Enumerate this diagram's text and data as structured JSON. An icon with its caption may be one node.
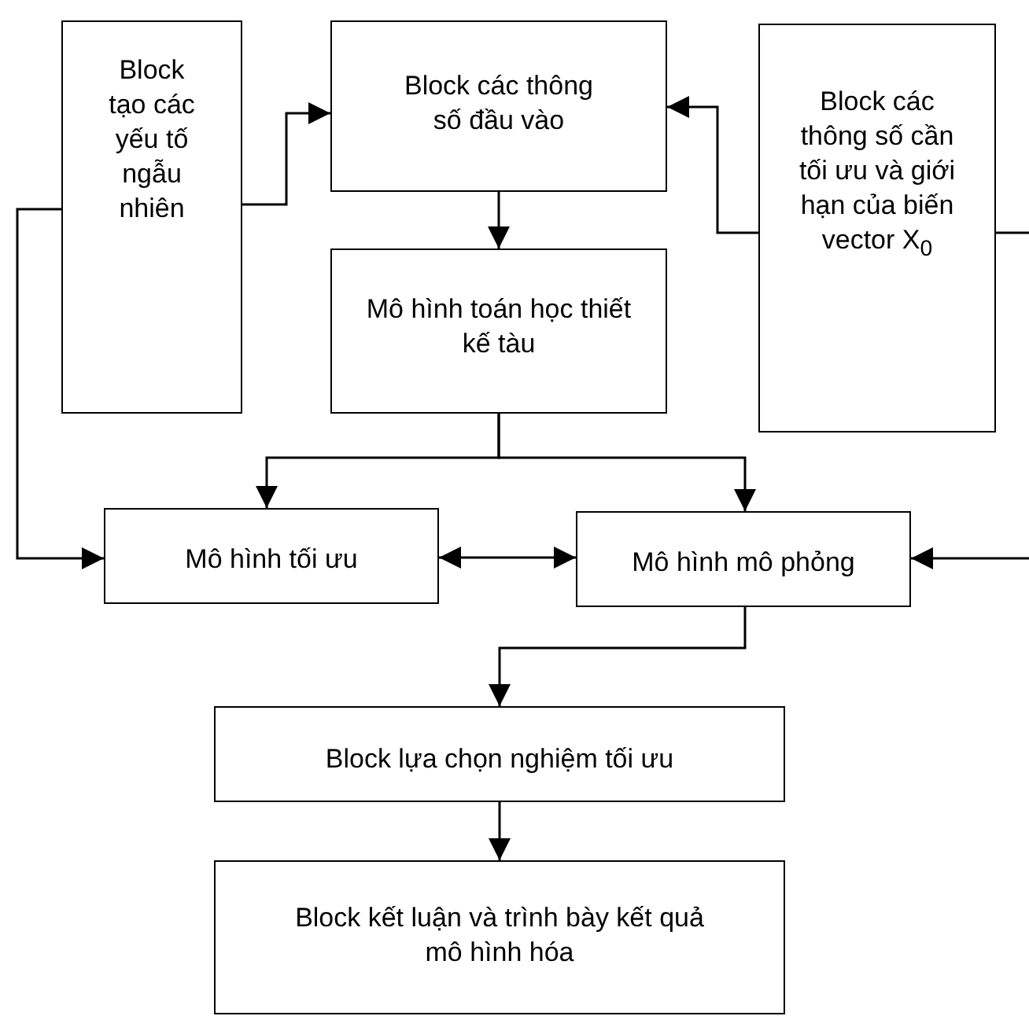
{
  "diagram": {
    "nodes": [
      {
        "text": [
          "Block tạo các yếu tố ngẫu nhiên"
        ]
      },
      {
        "text": [
          "Block các thông số đầu vào"
        ]
      },
      {
        "text": [
          "Block các thông số cần tối ưu và giới hạn của biến vector X$_{0}$"
        ]
      },
      {
        "text": [
          "Mô hình toán học thiết kế tàu"
        ]
      },
      {
        "text": [
          "Mô hình tối ưu"
        ]
      },
      {
        "text": [
          "Mô hình mô phỏng"
        ]
      },
      {
        "text": [
          "Block lựa chọn nghiệm tối ưu"
        ]
      },
      {
        "text": [
          "Block kết luận và trình bày kết quả mô hình hóa"
        ]
      }
    ],
    "edges": [
      {
        "from": 0,
        "to": 1,
        "arrow": "to"
      },
      {
        "from": 0,
        "to": 4,
        "arrow": "to"
      },
      {
        "from": 2,
        "to": 1,
        "arrow": "to"
      },
      {
        "from": 2,
        "to": 5,
        "arrow": "to"
      },
      {
        "from": 1,
        "to": 3,
        "arrow": "to"
      },
      {
        "from": 3,
        "to": 4,
        "arrow": "to"
      },
      {
        "from": 3,
        "to": 5,
        "arrow": "to"
      },
      {
        "from": 4,
        "to": 5,
        "arrow": "both"
      },
      {
        "from": 5,
        "to": 6,
        "arrow": "to"
      },
      {
        "from": 6,
        "to": 7,
        "arrow": "to"
      }
    ]
  }
}
